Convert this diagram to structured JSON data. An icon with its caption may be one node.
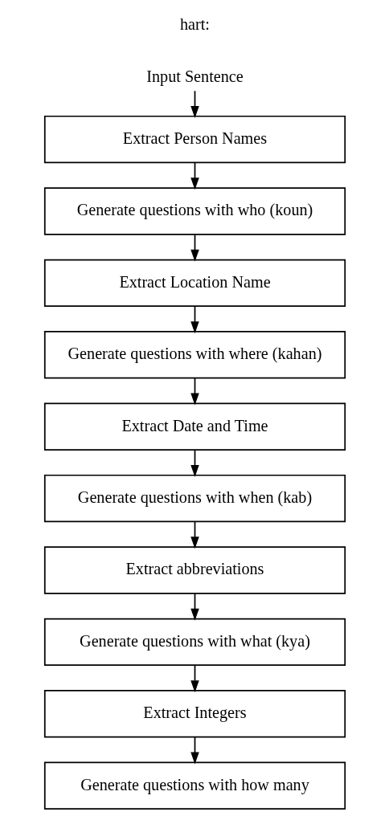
{
  "diagram": {
    "nodes": [
      {
        "text": [
          "Input Sentence"
        ]
      },
      {
        "text": [
          "Extract Person Names"
        ]
      },
      {
        "text": [
          "Generate questions with who (koun)"
        ]
      },
      {
        "text": [
          "Extract Location Name"
        ]
      },
      {
        "text": [
          "Generate questions with where (kahan)"
        ]
      },
      {
        "text": [
          "Extract Date and Time"
        ]
      },
      {
        "text": [
          "Generate questions with when (kab)"
        ]
      },
      {
        "text": [
          "Extract abbreviations"
        ]
      },
      {
        "text": [
          "Generate questions with what (kya)"
        ]
      },
      {
        "text": [
          "Extract Integers"
        ]
      },
      {
        "text": [
          "Generate questions with how many"
        ]
      }
    ],
    "edges": [
      {
        "from": 0,
        "to": 1,
        "arrow": "to"
      },
      {
        "from": 1,
        "to": 2,
        "arrow": "to"
      },
      {
        "from": 2,
        "to": 3,
        "arrow": "to"
      },
      {
        "from": 3,
        "to": 4,
        "arrow": "to"
      },
      {
        "from": 4,
        "to": 5,
        "arrow": "to"
      },
      {
        "from": 5,
        "to": 6,
        "arrow": "to"
      },
      {
        "from": 6,
        "to": 7,
        "arrow": "to"
      },
      {
        "from": 7,
        "to": 8,
        "arrow": "to"
      },
      {
        "from": 8,
        "to": 9,
        "arrow": "to"
      },
      {
        "from": 9,
        "to": 10,
        "arrow": "to"
      }
    ],
    "labels": [
      "hart:"
    ]
  }
}
